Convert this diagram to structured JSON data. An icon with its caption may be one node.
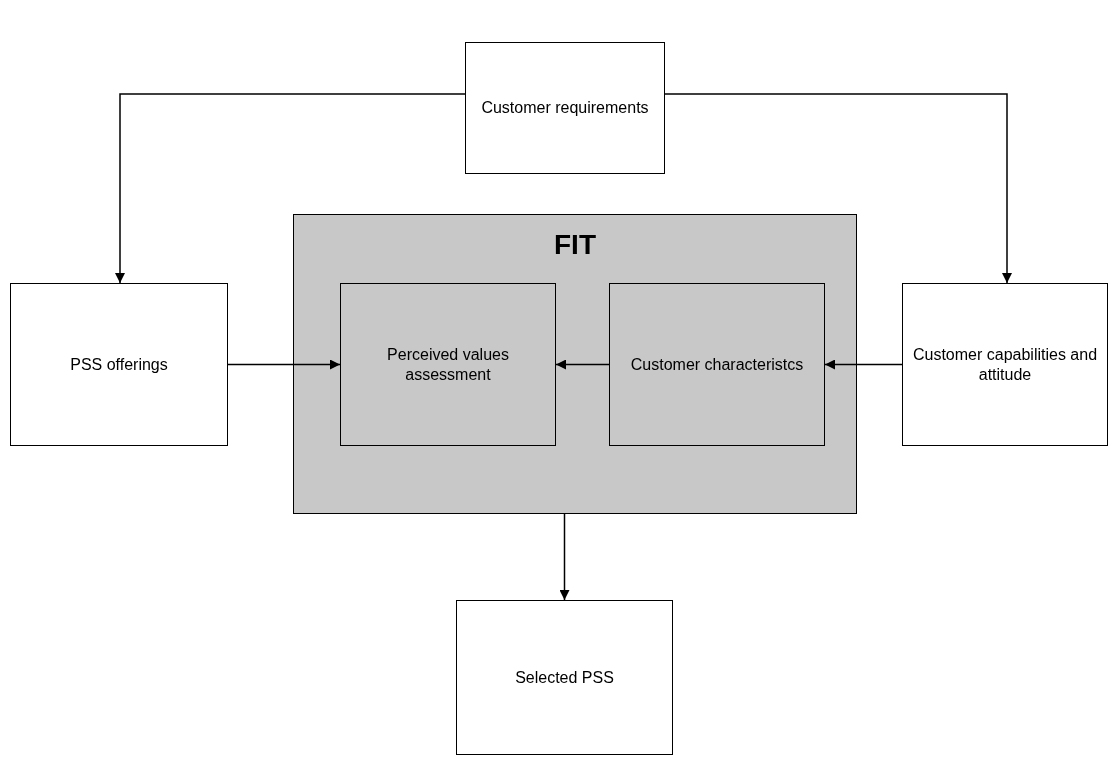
{
  "diagram": {
    "nodes": [
      {
        "text": [
          "Customer requirements"
        ]
      },
      {
        "text": [
          "FIT"
        ]
      },
      {
        "text": [
          "Perceived values assessment"
        ],
        "in": 1
      },
      {
        "text": [
          "Customer characteristcs"
        ],
        "in": 1
      },
      {
        "text": [
          "PSS offerings"
        ]
      },
      {
        "text": [
          "Customer capabilities and attitude"
        ]
      },
      {
        "text": [
          "Selected PSS"
        ]
      }
    ],
    "edges": [
      {
        "from": 0,
        "to": 4,
        "arrow": "to"
      },
      {
        "from": 0,
        "to": 5,
        "arrow": "to"
      },
      {
        "from": 4,
        "to": 2,
        "arrow": "to"
      },
      {
        "from": 3,
        "to": 2,
        "arrow": "to"
      },
      {
        "from": 5,
        "to": 3,
        "arrow": "to"
      },
      {
        "from": 1,
        "to": 6,
        "arrow": "to"
      }
    ]
  }
}
